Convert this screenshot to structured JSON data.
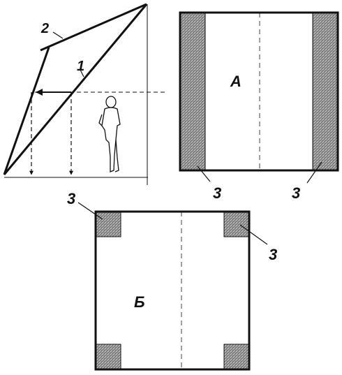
{
  "labels": {
    "callout_1": "1",
    "callout_2": "2",
    "callout_3": "3",
    "plan_a": "А",
    "plan_b": "Б"
  },
  "colors": {
    "ink": "#111111",
    "hatch_fill": "#b5b5b5",
    "background": "#ffffff"
  }
}
